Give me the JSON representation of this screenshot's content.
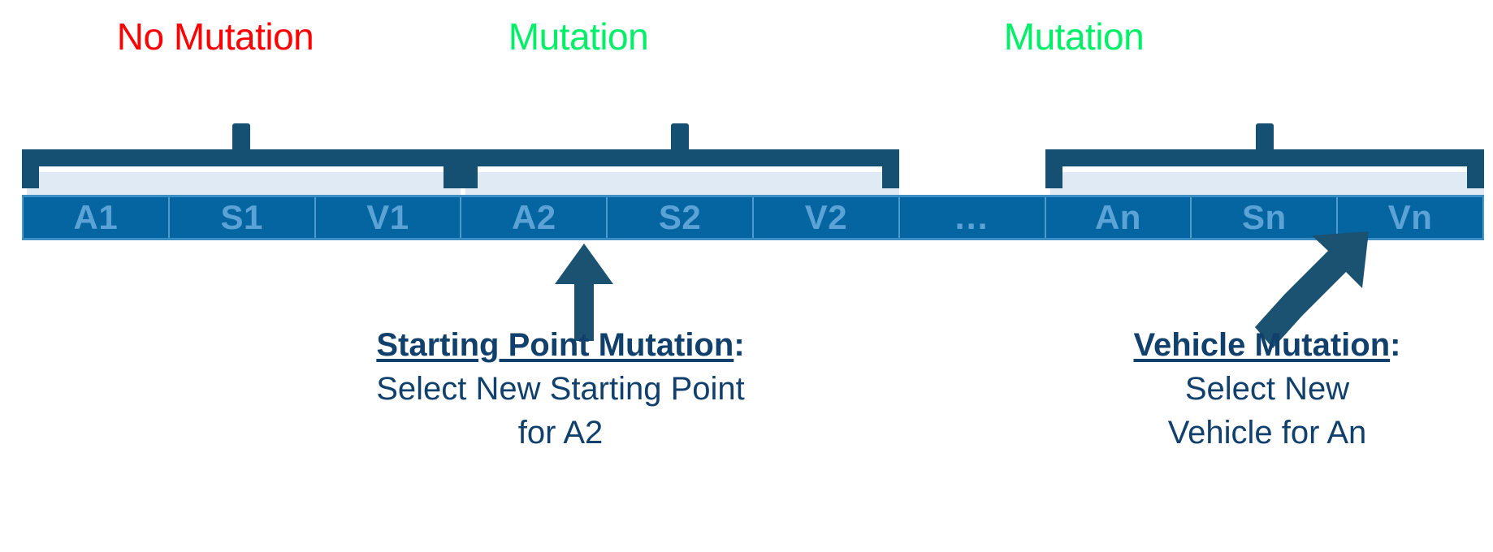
{
  "diagram": {
    "title": "Genetic Algorithm Chromosome Mutation",
    "colors": {
      "no_mutation": "#ff0000",
      "mutation": "#00ef68",
      "bracket": "#154f71",
      "gene_cell": "#0565a0",
      "gene_text": "#5ba3d6",
      "light_band": "#e0eaf4",
      "callout_text": "#10406b"
    }
  },
  "category_labels": [
    {
      "text": "No Mutation",
      "state": "no-mutation"
    },
    {
      "text": "Mutation",
      "state": "mutation"
    },
    {
      "text": "Mutation",
      "state": "mutation"
    }
  ],
  "chromosome": {
    "genes": [
      {
        "label": "A1"
      },
      {
        "label": "S1"
      },
      {
        "label": "V1"
      },
      {
        "label": "A2"
      },
      {
        "label": "S2"
      },
      {
        "label": "V2"
      },
      {
        "label": "…"
      },
      {
        "label": "An"
      },
      {
        "label": "Sn"
      },
      {
        "label": "Vn"
      }
    ]
  },
  "callouts": [
    {
      "title": "Starting Point Mutation",
      "colon": ":",
      "body_line_1": "Select New Starting Point",
      "body_line_2": "for A2",
      "points_to": "S2"
    },
    {
      "title": "Vehicle Mutation",
      "colon": ":",
      "body_line_1": "Select New",
      "body_line_2": "Vehicle for An",
      "points_to": "Vn"
    }
  ]
}
